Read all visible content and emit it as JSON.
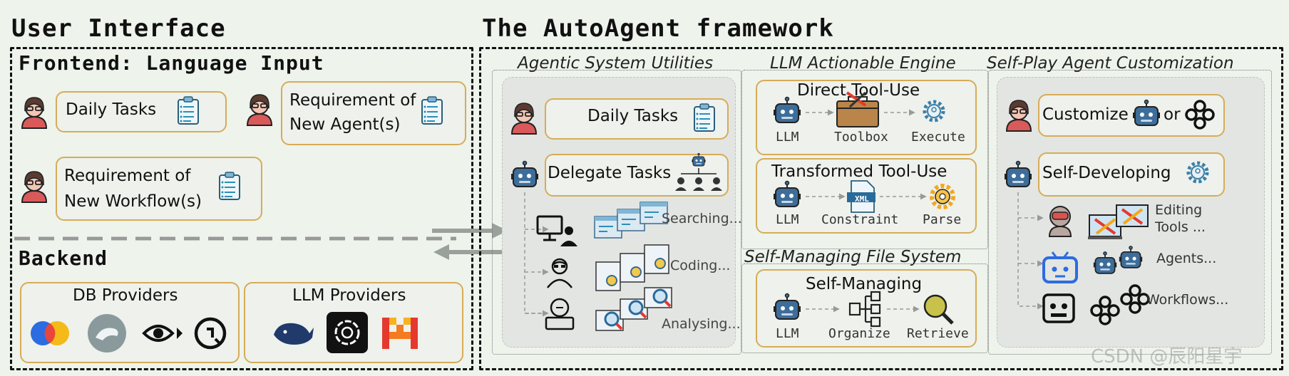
{
  "titles": {
    "user_interface": "User Interface",
    "framework": "The AutoAgent framework",
    "frontend": "Frontend: Language Input",
    "backend": "Backend"
  },
  "frontend": {
    "daily_tasks": "Daily Tasks",
    "req_agent_line1": "Requirement of",
    "req_agent_line2": "New Agent(s)",
    "req_workflow_line1": "Requirement of",
    "req_workflow_line2": "New Workflow(s)"
  },
  "backend": {
    "db_providers": "DB Providers",
    "llm_providers": "LLM Providers"
  },
  "utilities": {
    "title": "Agentic System Utilities",
    "daily_tasks": "Daily Tasks",
    "delegate_tasks": "Delegate Tasks",
    "searching": "Searching...",
    "coding": "Coding...",
    "analysing": "Analysing..."
  },
  "engine": {
    "title": "LLM Actionable Engine",
    "direct_title": "Direct Tool-Use",
    "direct_labels": [
      "LLM",
      "Toolbox",
      "Execute"
    ],
    "transformed_title": "Transformed Tool-Use",
    "transformed_labels": [
      "LLM",
      "Constraint",
      "Parse"
    ],
    "xml": "XML"
  },
  "filesystem": {
    "title": "Self-Managing File System",
    "card_title": "Self-Managing",
    "labels": [
      "LLM",
      "Organize",
      "Retrieve"
    ]
  },
  "selfplay": {
    "title": "Self-Play Agent Customization",
    "customize": "Customize",
    "or": "or",
    "self_developing": "Self-Developing",
    "editing_tools_line1": "Editing",
    "editing_tools_line2": "Tools ...",
    "agents": "Agents...",
    "workflows": "Workflows..."
  },
  "watermark": "CSDN @辰阳星宇",
  "colors": {
    "card_border": "#d6ac58",
    "robot_blue": "#3d6e9b",
    "user_red": "#d95a5a",
    "arrow_grey": "#9aa09a"
  }
}
